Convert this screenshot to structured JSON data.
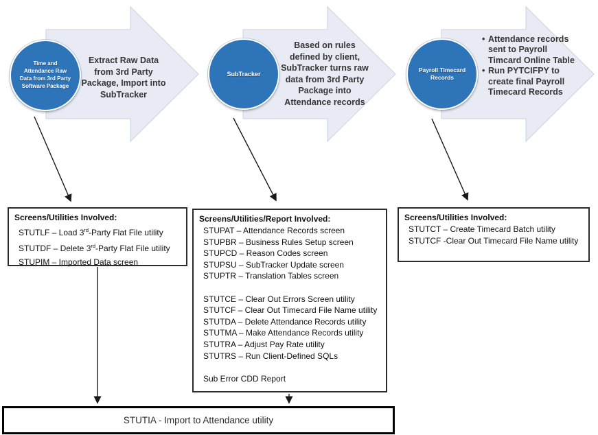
{
  "colors": {
    "circle_fill": "#2E74B8",
    "circle_border": "#FFFFFF",
    "big_arrow_fill": "#E8EBF4",
    "big_arrow_edge": "#CBD2E3",
    "connector_color": "#1A1A1A",
    "box_border": "#000000",
    "text_color": "#353535"
  },
  "stages": [
    {
      "circle_label": "Time and Attendance Raw Data from 3rd Party Software Package",
      "arrow_text": "Extract Raw Data from 3rd Party Package, Import into SubTracker"
    },
    {
      "circle_label": "SubTracker",
      "arrow_text": "Based on rules defined by client, SubTracker turns raw data from 3rd Party Package into Attendance records"
    },
    {
      "circle_label": "Payroll Timecard Records",
      "bullets": [
        "Attendance records sent to Payroll Timcard Online Table",
        "Run PYTCIFPY to create final Payroll Timecard Records"
      ]
    }
  ],
  "boxes": [
    {
      "title": "Screens/Utilities Involved:",
      "lines": [
        "STUTLF – Load 3rd-Party Flat File utility",
        "STUTDF – Delete 3rd-Party Flat File utility",
        "STUPIM – Imported Data screen"
      ]
    },
    {
      "title": "Screens/Utilities/Report Involved:",
      "lines": [
        "STUPAT – Attendance Records screen",
        "STUPBR – Business Rules Setup screen",
        "STUPCD – Reason Codes screen",
        "STUPSU – SubTracker Update screen",
        "STUPTR – Translation Tables screen",
        "",
        "STUTCE – Clear Out Errors Screen utility",
        "STUTCF – Clear Out Timecard File Name utility",
        "STUTDA – Delete Attendance Records utility",
        "STUTMA – Make Attendance Records utility",
        "STUTRA – Adjust Pay Rate utility",
        "STUTRS – Run Client-Defined SQLs",
        "",
        "Sub Error CDD Report"
      ]
    },
    {
      "title": "Screens/Utilities Involved:",
      "lines": [
        "STUTCT – Create Timecard Batch utility",
        "STUTCF -Clear Out Timecard File Name utility"
      ]
    }
  ],
  "bottom_box": {
    "label": "STUTIA - Import to Attendance utility"
  }
}
